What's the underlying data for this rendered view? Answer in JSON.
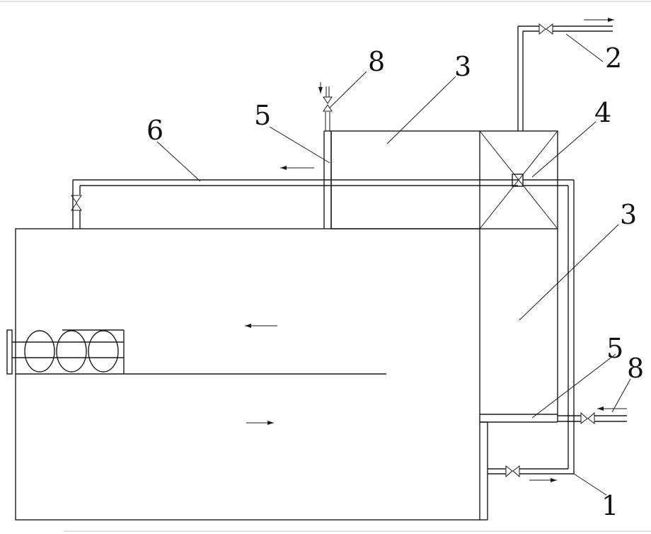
{
  "labels": {
    "l1": "1",
    "l2": "2",
    "l3_top": "3",
    "l3_right": "3",
    "l4": "4",
    "l5_top": "5",
    "l5_bottom": "5",
    "l6": "6",
    "l8_top": "8",
    "l8_right": "8"
  },
  "colors": {
    "line": "#1a1a1a",
    "background": "#ffffff"
  }
}
